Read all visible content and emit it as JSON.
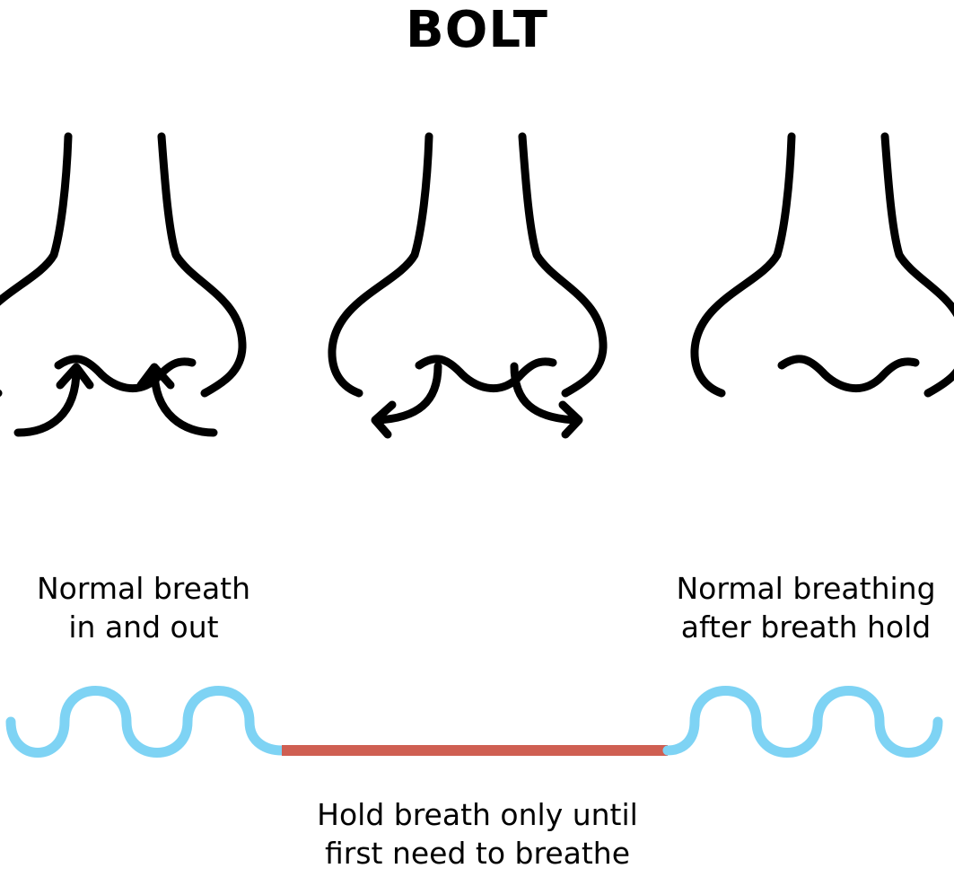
{
  "title": "BOLT",
  "labels": {
    "normal_breath": [
      "Normal breath",
      "in and out"
    ],
    "after_hold": [
      "Normal breathing",
      "after breath hold"
    ],
    "hold": [
      "Hold breath only until",
      "first need to breathe"
    ]
  },
  "icons": [
    "nose-inhale-icon",
    "nose-exhale-icon",
    "nose-hold-icon"
  ],
  "colors": {
    "breathing_wave": "#7ed3f4",
    "breath_hold": "#cf5f52",
    "line_art": "#000000"
  }
}
